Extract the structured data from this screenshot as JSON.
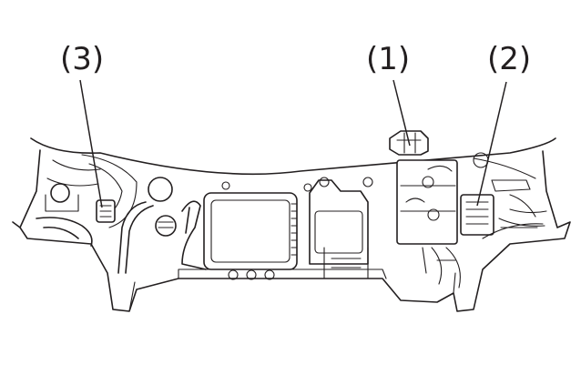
{
  "callouts": {
    "c1": "(1)",
    "c2": "(2)",
    "c3": "(3)"
  },
  "colors": {
    "ink": "#231f20",
    "background": "#ffffff"
  }
}
